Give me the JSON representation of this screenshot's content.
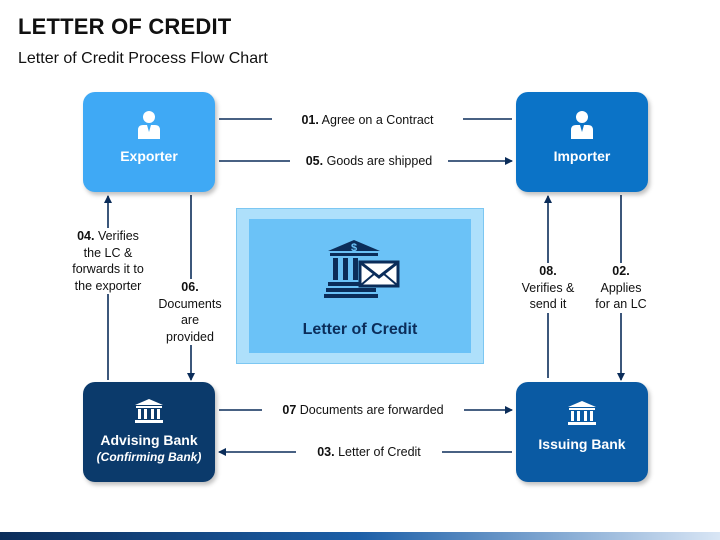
{
  "header": {
    "title": "LETTER OF CREDIT",
    "subtitle": "Letter of Credit Process Flow Chart"
  },
  "nodes": {
    "exporter": {
      "label": "Exporter",
      "icon": "person-icon",
      "color": "#3fa9f5"
    },
    "importer": {
      "label": "Importer",
      "icon": "person-icon",
      "color": "#0b73c7"
    },
    "advising_bank": {
      "label": "Advising Bank",
      "sublabel": "(Confirming Bank)",
      "icon": "bank-icon",
      "color": "#0b3a6b"
    },
    "issuing_bank": {
      "label": "Issuing Bank",
      "icon": "bank-icon",
      "color": "#0a5aa3"
    },
    "center": {
      "label": "Letter of Credit",
      "icon": "bank-mail-icon"
    }
  },
  "steps": {
    "s01": {
      "num": "01.",
      "text": "Agree on a Contract"
    },
    "s05": {
      "num": "05.",
      "text": "Goods are shipped"
    },
    "s04": {
      "num": "04.",
      "line1": "Verifies",
      "line2": "the LC &",
      "line3": "forwards it to",
      "line4": "the exporter"
    },
    "s06": {
      "num": "06.",
      "line1": "Documents",
      "line2": "are",
      "line3": "provided"
    },
    "s08": {
      "num": "08.",
      "line1": "Verifies &",
      "line2": "send it"
    },
    "s02": {
      "num": "02.",
      "line1": "Applies",
      "line2": "for an LC"
    },
    "s07": {
      "num": "07",
      "text": "Documents are forwarded"
    },
    "s03": {
      "num": "03.",
      "text": "Letter of Credit"
    }
  }
}
